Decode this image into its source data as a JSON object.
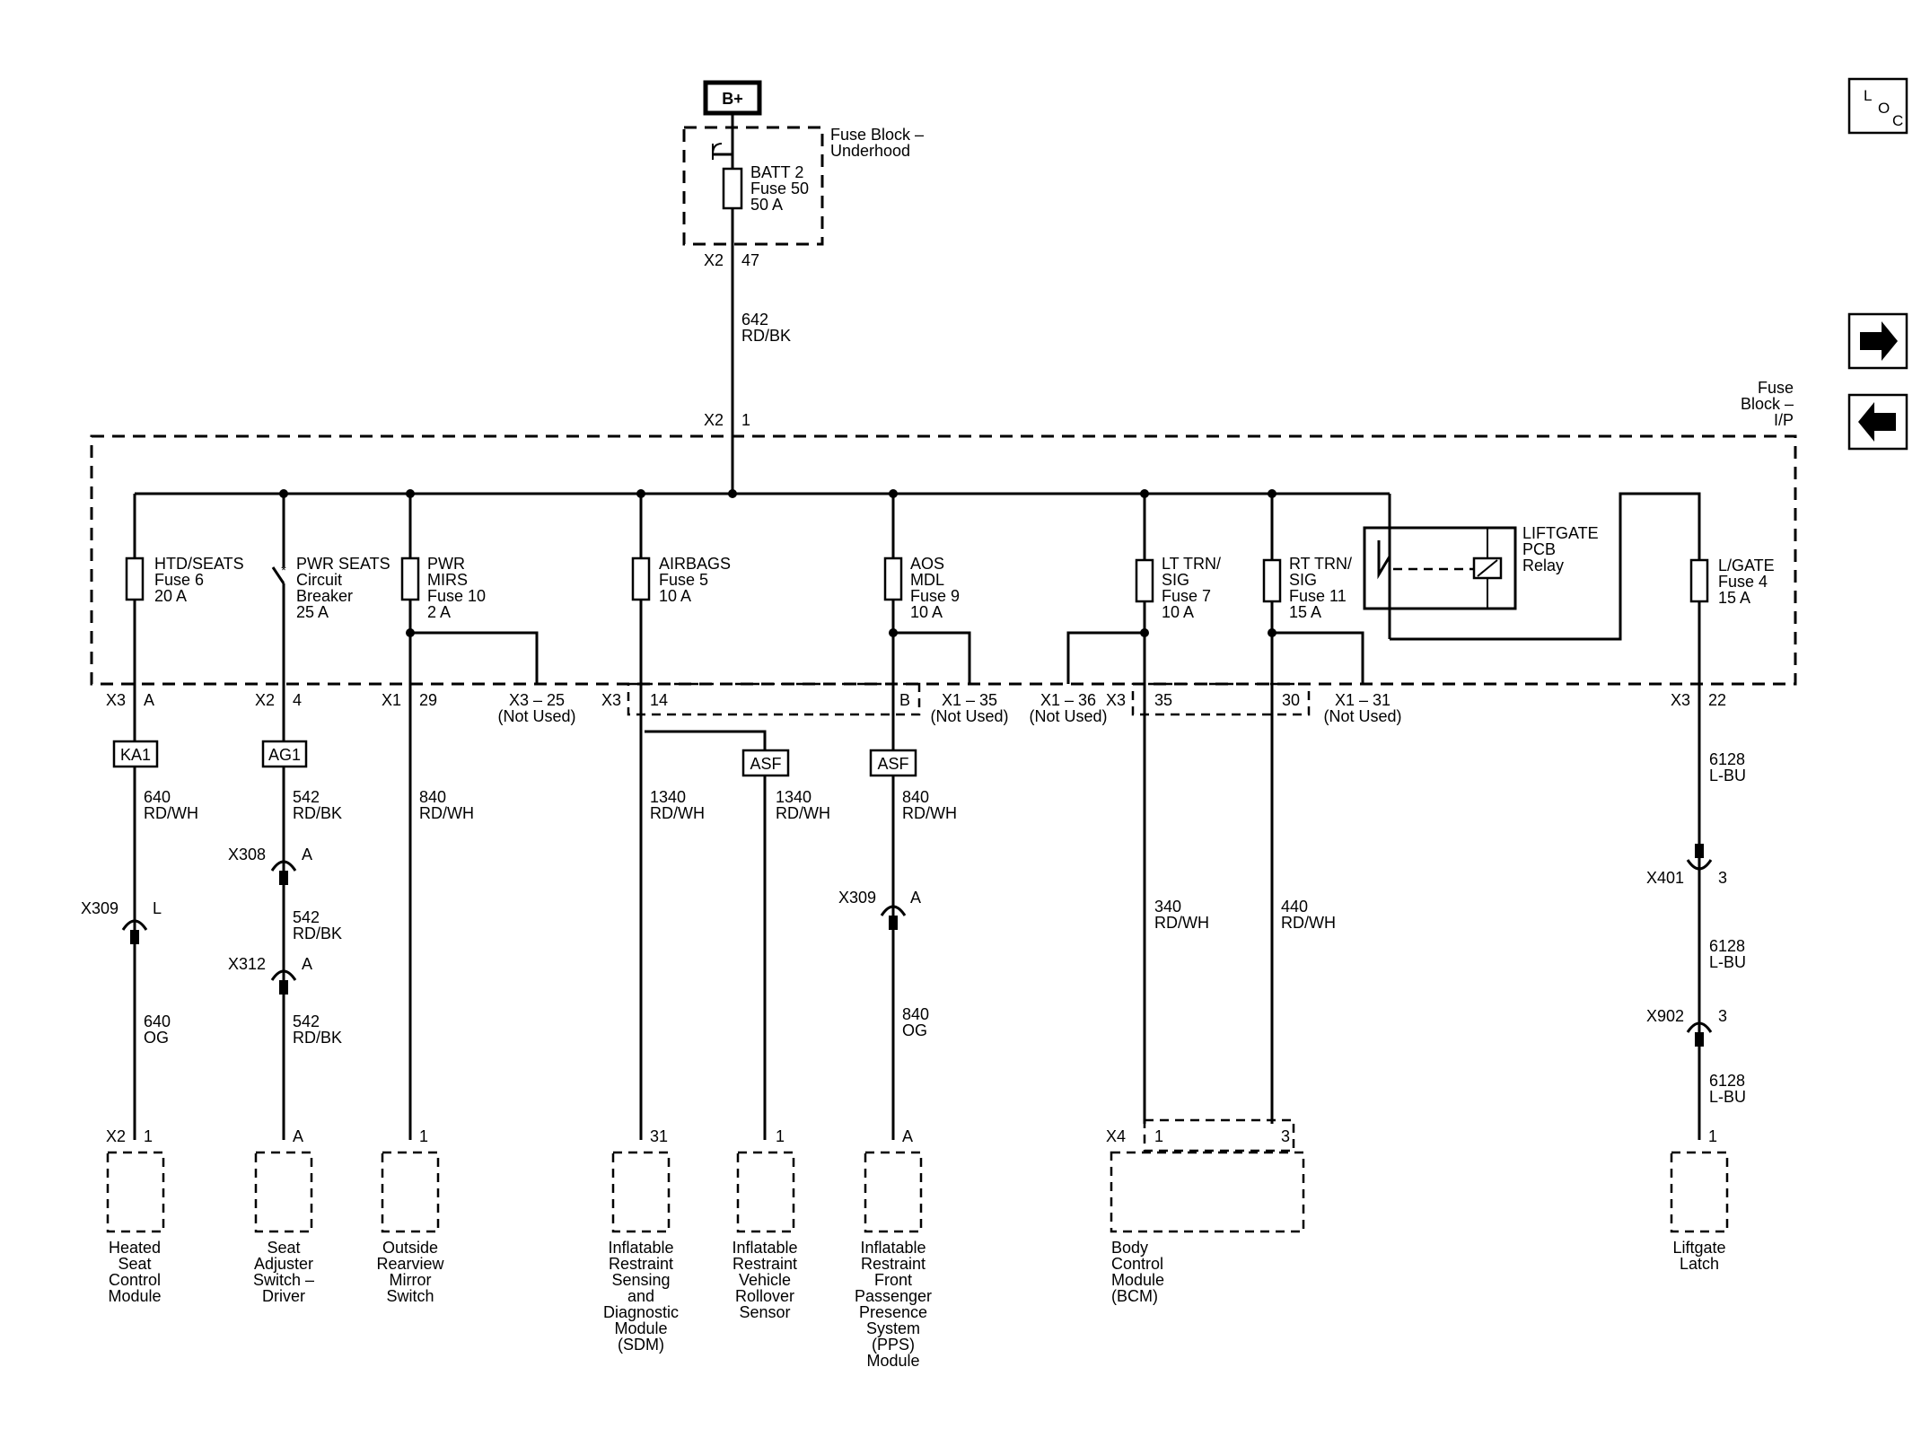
{
  "power_source": "B+",
  "loc_icon": "loc-icon",
  "nav": {
    "next_icon": "arrow-right-icon",
    "prev_icon": "arrow-left-icon"
  },
  "underhood": {
    "title": [
      "Fuse Block –",
      "Underhood"
    ],
    "fuse": [
      "BATT 2",
      "Fuse 50",
      "50 A"
    ],
    "conn": "X2",
    "pin": "47",
    "wire": [
      "642",
      "RD/BK"
    ]
  },
  "ip_block": {
    "title": [
      "Fuse",
      "Block –",
      "I/P"
    ],
    "conn": "X2",
    "pin": "1"
  },
  "fuses": [
    {
      "id": "htd",
      "label": [
        "HTD/SEATS",
        "Fuse 6",
        "20 A"
      ]
    },
    {
      "id": "pwrseats",
      "label": [
        "PWR SEATS",
        "Circuit",
        "Breaker",
        "25 A"
      ]
    },
    {
      "id": "mirs",
      "label": [
        "PWR",
        "MIRS",
        "Fuse 10",
        "2 A"
      ]
    },
    {
      "id": "airbags",
      "label": [
        "AIRBAGS",
        "Fuse 5",
        "10 A"
      ]
    },
    {
      "id": "aos",
      "label": [
        "AOS",
        "MDL",
        "Fuse 9",
        "10 A"
      ]
    },
    {
      "id": "lt",
      "label": [
        "LT TRN/",
        "SIG",
        "Fuse 7",
        "10 A"
      ]
    },
    {
      "id": "rt",
      "label": [
        "RT TRN/",
        "SIG",
        "Fuse 11",
        "15 A"
      ]
    },
    {
      "id": "relay",
      "label": [
        "LIFTGATE",
        "PCB",
        "Relay"
      ]
    },
    {
      "id": "lgate",
      "label": [
        "L/GATE",
        "Fuse 4",
        "15 A"
      ]
    }
  ],
  "pins": [
    {
      "conn": "X3",
      "pin": "A"
    },
    {
      "conn": "X2",
      "pin": "4"
    },
    {
      "conn": "X1",
      "pin": "29"
    },
    {
      "conn": "X3 – 25",
      "pin": "(Not Used)"
    },
    {
      "conn": "X3",
      "pin": "14"
    },
    {
      "conn": "B",
      "pin": ""
    },
    {
      "conn": "X1 – 35",
      "pin": "(Not Used)"
    },
    {
      "conn": "X1 – 36",
      "pin": "(Not Used)"
    },
    {
      "conn": "X3",
      "pin": "35"
    },
    {
      "conn": "30",
      "pin": ""
    },
    {
      "conn": "X1 – 31",
      "pin": "(Not Used)"
    },
    {
      "conn": "X3",
      "pin": "22"
    }
  ],
  "splices": [
    "KA1",
    "AG1",
    "ASF",
    "ASF"
  ],
  "wires": {
    "w640a": [
      "640",
      "RD/WH"
    ],
    "w640b": [
      "640",
      "OG"
    ],
    "w542a": [
      "542",
      "RD/BK"
    ],
    "w542b": [
      "542",
      "RD/BK"
    ],
    "w542c": [
      "542",
      "RD/BK"
    ],
    "w840a": [
      "840",
      "RD/WH"
    ],
    "w1340a": [
      "1340",
      "RD/WH"
    ],
    "w1340b": [
      "1340",
      "RD/WH"
    ],
    "w840b": [
      "840",
      "RD/WH"
    ],
    "w840c": [
      "840",
      "OG"
    ],
    "w340": [
      "340",
      "RD/WH"
    ],
    "w440": [
      "440",
      "RD/WH"
    ],
    "w6128a": [
      "6128",
      "L-BU"
    ],
    "w6128b": [
      "6128",
      "L-BU"
    ],
    "w6128c": [
      "6128",
      "L-BU"
    ]
  },
  "inline_connectors": [
    {
      "conn": "X309",
      "pin": "L"
    },
    {
      "conn": "X308",
      "pin": "A"
    },
    {
      "conn": "X312",
      "pin": "A"
    },
    {
      "conn": "X309",
      "pin": "A"
    },
    {
      "conn": "X401",
      "pin": "3"
    },
    {
      "conn": "X902",
      "pin": "3"
    }
  ],
  "components": [
    {
      "conn": "X2",
      "pin": "1",
      "name": [
        "Heated",
        "Seat",
        "Control",
        "Module"
      ]
    },
    {
      "conn": "",
      "pin": "A",
      "name": [
        "Seat",
        "Adjuster",
        "Switch –",
        "Driver"
      ]
    },
    {
      "conn": "",
      "pin": "1",
      "name": [
        "Outside",
        "Rearview",
        "Mirror",
        "Switch"
      ]
    },
    {
      "conn": "",
      "pin": "31",
      "name": [
        "Inflatable",
        "Restraint",
        "Sensing",
        "and",
        "Diagnostic",
        "Module",
        "(SDM)"
      ]
    },
    {
      "conn": "",
      "pin": "1",
      "name": [
        "Inflatable",
        "Restraint",
        "Vehicle",
        "Rollover",
        "Sensor"
      ]
    },
    {
      "conn": "",
      "pin": "A",
      "name": [
        "Inflatable",
        "Restraint",
        "Front",
        "Passenger",
        "Presence",
        "System",
        "(PPS)",
        "Module"
      ]
    },
    {
      "conn": "X4",
      "pin": "1",
      "pin2": "3",
      "name": [
        "Body",
        "Control",
        "Module",
        "(BCM)"
      ]
    },
    {
      "conn": "",
      "pin": "1",
      "name": [
        "Liftgate",
        "Latch"
      ]
    }
  ]
}
